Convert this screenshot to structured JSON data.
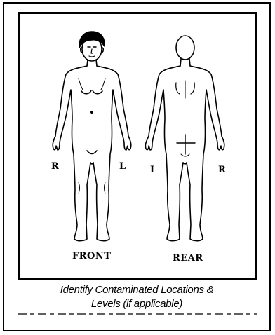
{
  "front": {
    "title": "FRONT",
    "right_side": "R",
    "left_side": "L"
  },
  "rear": {
    "title": "REAR",
    "left_side": "L",
    "right_side": "R"
  },
  "caption": {
    "line1": "Identify Contaminated Locations &",
    "line2": "Levels (if applicable)"
  },
  "colors": {
    "ink": "#000000",
    "paper": "#ffffff"
  }
}
